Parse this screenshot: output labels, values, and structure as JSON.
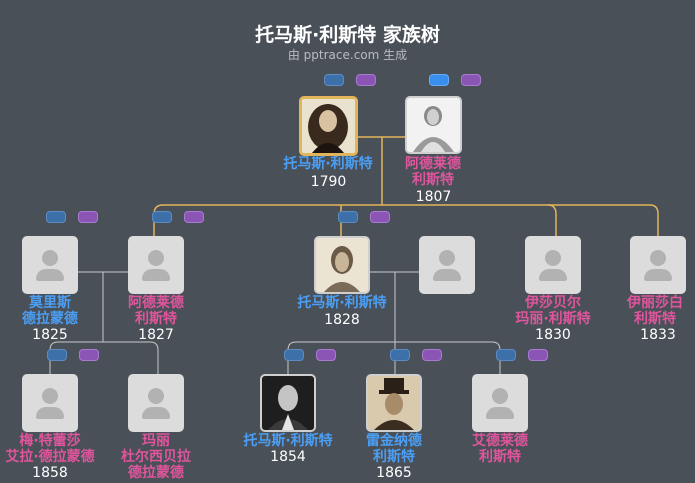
{
  "header": {
    "title": "托马斯·利斯特 家族树",
    "subtitle": "由 pptrace.com 生成"
  },
  "people": {
    "thomas1790": {
      "name": "托马斯·利斯特",
      "year": "1790"
    },
    "adelaide1807": {
      "name1": "阿德莱德",
      "name2": "利斯特",
      "year": "1807"
    },
    "morris": {
      "name1": "莫里斯",
      "name2": "德拉蒙德",
      "year": "1825"
    },
    "adelaide1827": {
      "name1": "阿德莱德",
      "name2": "利斯特",
      "year": "1827"
    },
    "thomas1828": {
      "name": "托马斯·利斯特",
      "year": "1828"
    },
    "isabel1830": {
      "name1": "伊莎贝尔",
      "name2": "玛丽·利斯特",
      "year": "1830"
    },
    "eliza1833": {
      "name1": "伊丽莎白",
      "name2": "利斯特",
      "year": "1833"
    },
    "mayteresa": {
      "name1": "梅·特蕾莎",
      "name2": "艾拉·德拉蒙德",
      "year": "1858"
    },
    "mary": {
      "name1": "玛丽",
      "name2": "杜尔西贝拉",
      "name3": "德拉蒙德"
    },
    "thomas1854": {
      "name": "托马斯·利斯特",
      "year": "1854"
    },
    "reginald": {
      "name1": "雷金纳德",
      "name2": "利斯特",
      "year": "1865"
    },
    "adelaide_young": {
      "name1": "艾德莱德",
      "name2": "利斯特"
    }
  },
  "colors": {
    "male": "#4a9ff5",
    "female": "#e0559d",
    "line": "#e3b55a",
    "line_plain": "#c8c8c8"
  }
}
